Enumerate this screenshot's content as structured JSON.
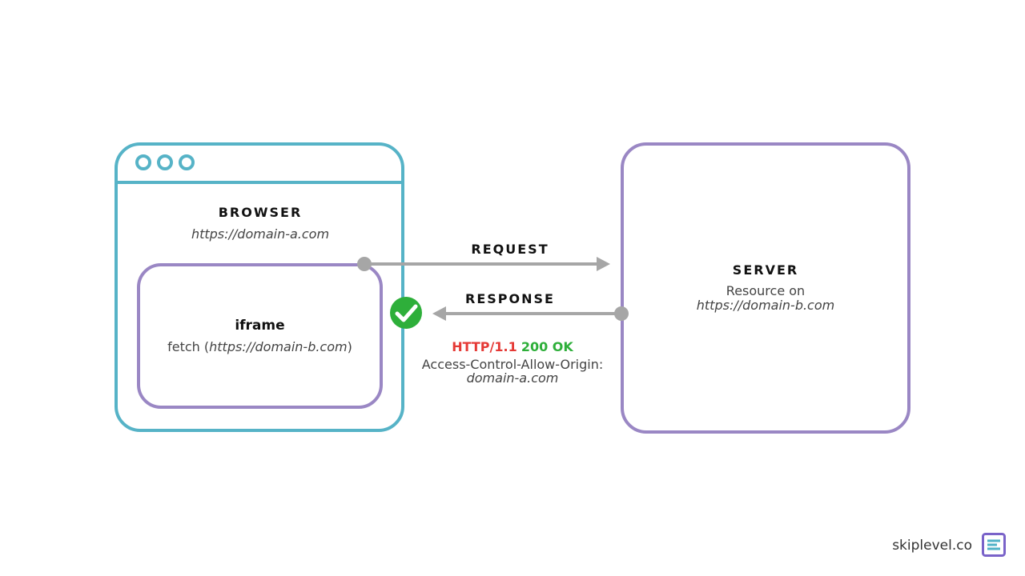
{
  "browser": {
    "title": "BROWSER",
    "url": "https://domain-a.com"
  },
  "iframe": {
    "title": "iframe",
    "fetch_prefix": "fetch (",
    "fetch_url": "https://domain-b.com",
    "fetch_suffix": ")"
  },
  "server": {
    "title": "SERVER",
    "line1": "Resource on",
    "url": "https://domain-b.com"
  },
  "request": {
    "label": "REQUEST"
  },
  "response": {
    "label": "RESPONSE",
    "status_protocol": "HTTP/1.1",
    "status_code": "200 OK",
    "header_line": "Access-Control-Allow-Origin:",
    "header_value": "domain-a.com"
  },
  "brand": {
    "name": "skiplevel.co"
  },
  "colors": {
    "browser": "#56b3c7",
    "iframe_server": "#9a87c4",
    "arrow": "#a6a6a6",
    "success": "#2eaf3a",
    "http": "#e53935"
  },
  "icons": {
    "check": "check-circle-icon",
    "logo": "skiplevel-logo-icon"
  }
}
